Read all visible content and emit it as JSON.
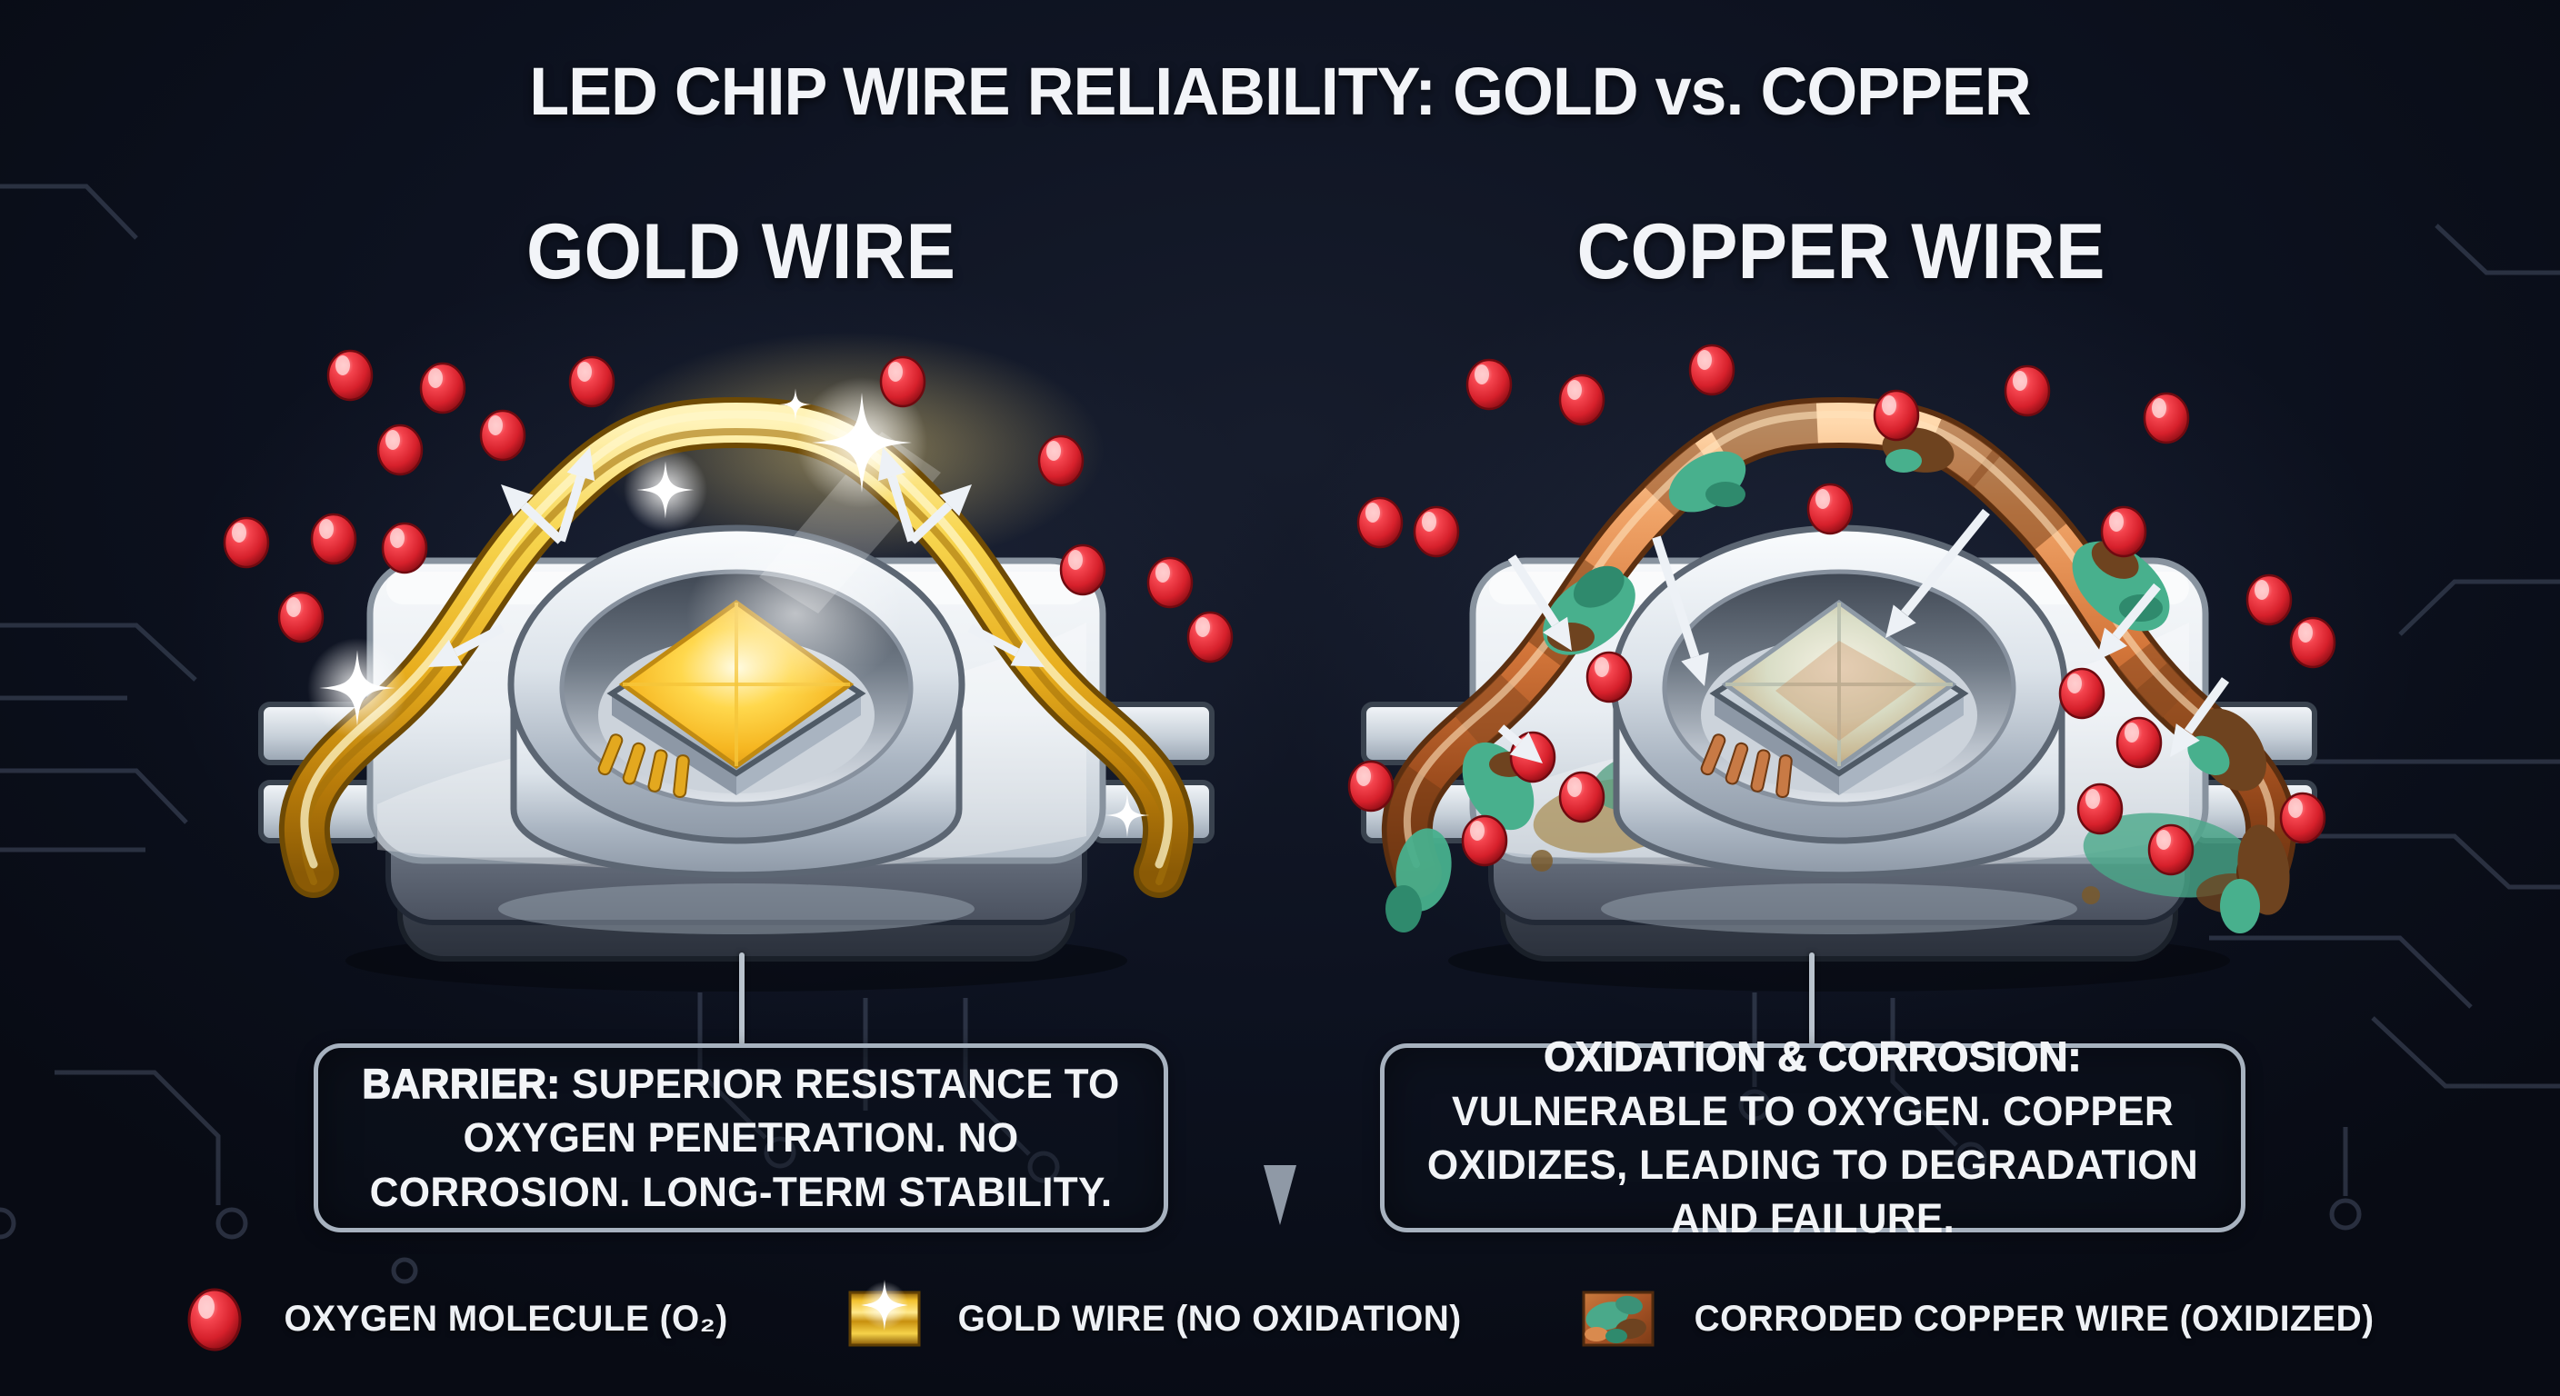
{
  "title": "LED CHIP WIRE RELIABILITY: GOLD vs. COPPER",
  "panels": {
    "gold": {
      "heading": "GOLD WIRE",
      "note_lead": "BARRIER:",
      "note_body": " SUPERIOR RESISTANCE TO OXYGEN PENETRATION. NO CORROSION. LONG-TERM STABILITY."
    },
    "copper": {
      "heading": "COPPER WIRE",
      "note_lead": "OXIDATION & CORROSION:",
      "note_body": " VULNERABLE TO OXYGEN. COPPER OXIDIZES, LEADING TO DEGRADATION AND FAILURE."
    }
  },
  "legend": {
    "items": [
      {
        "icon": "oxygen-molecule-icon",
        "label": "OXYGEN MOLECULE (O₂)"
      },
      {
        "icon": "gold-wire-icon",
        "label": "GOLD WIRE (NO OXIDATION)"
      },
      {
        "icon": "corroded-copper-icon",
        "label": "CORRODED COPPER WIRE (OXIDIZED)"
      }
    ]
  },
  "colors": {
    "background": "#0d1220",
    "gold_wire": "#e8ae1e",
    "copper_wire": "#c2672e",
    "corrosion_green": "#48b08d",
    "corrosion_brown": "#6e431f",
    "oxygen_red": "#d6202b",
    "box_border": "#a7b2bf",
    "text": "#f2f4f8"
  }
}
